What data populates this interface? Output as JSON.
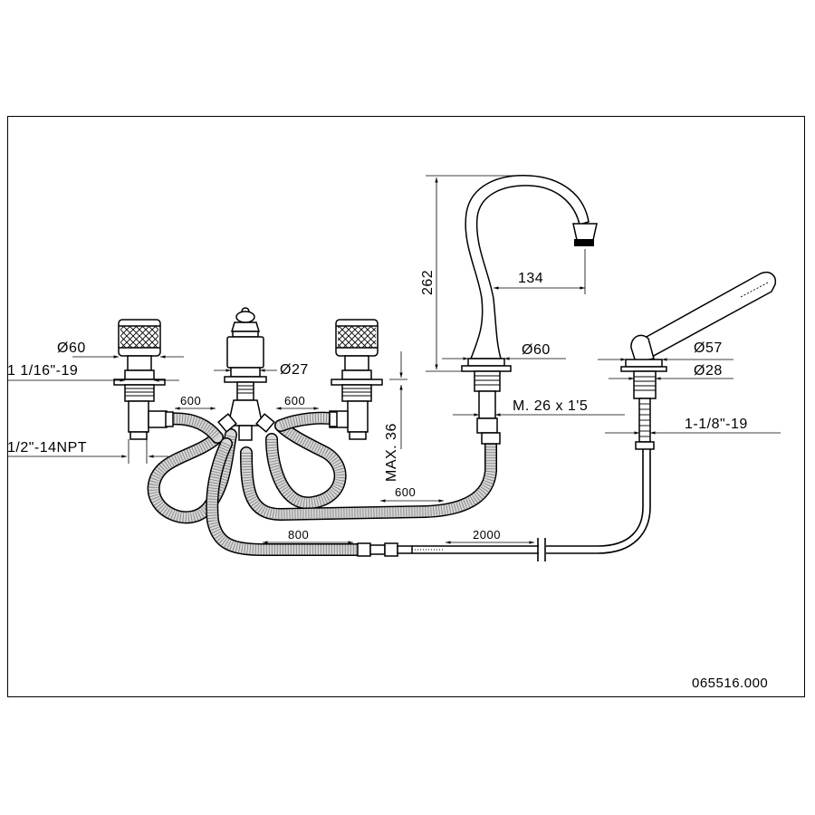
{
  "drawing_number": "065516.000",
  "dimensions": {
    "dia_handle": "Ø60",
    "thread_handle": "1 1/16\"-19",
    "npt": "1/2\"-14NPT",
    "dia_diverter": "Ø27",
    "hose_left": "600",
    "hose_right": "600",
    "max_deck": "MAX. 36",
    "hose_spout": "600",
    "spout_height": "262",
    "spout_reach": "134",
    "dia_spout": "Ø60",
    "spout_thread": "M. 26 x 1'5",
    "dia_shower_a": "Ø57",
    "dia_shower_b": "Ø28",
    "shower_thread": "1-1/8\"-19",
    "hose_shower_short": "800",
    "hose_shower_long": "2000"
  },
  "colors": {
    "line": "#000000",
    "hose_fill": "#d9d9d9",
    "background": "#ffffff"
  }
}
